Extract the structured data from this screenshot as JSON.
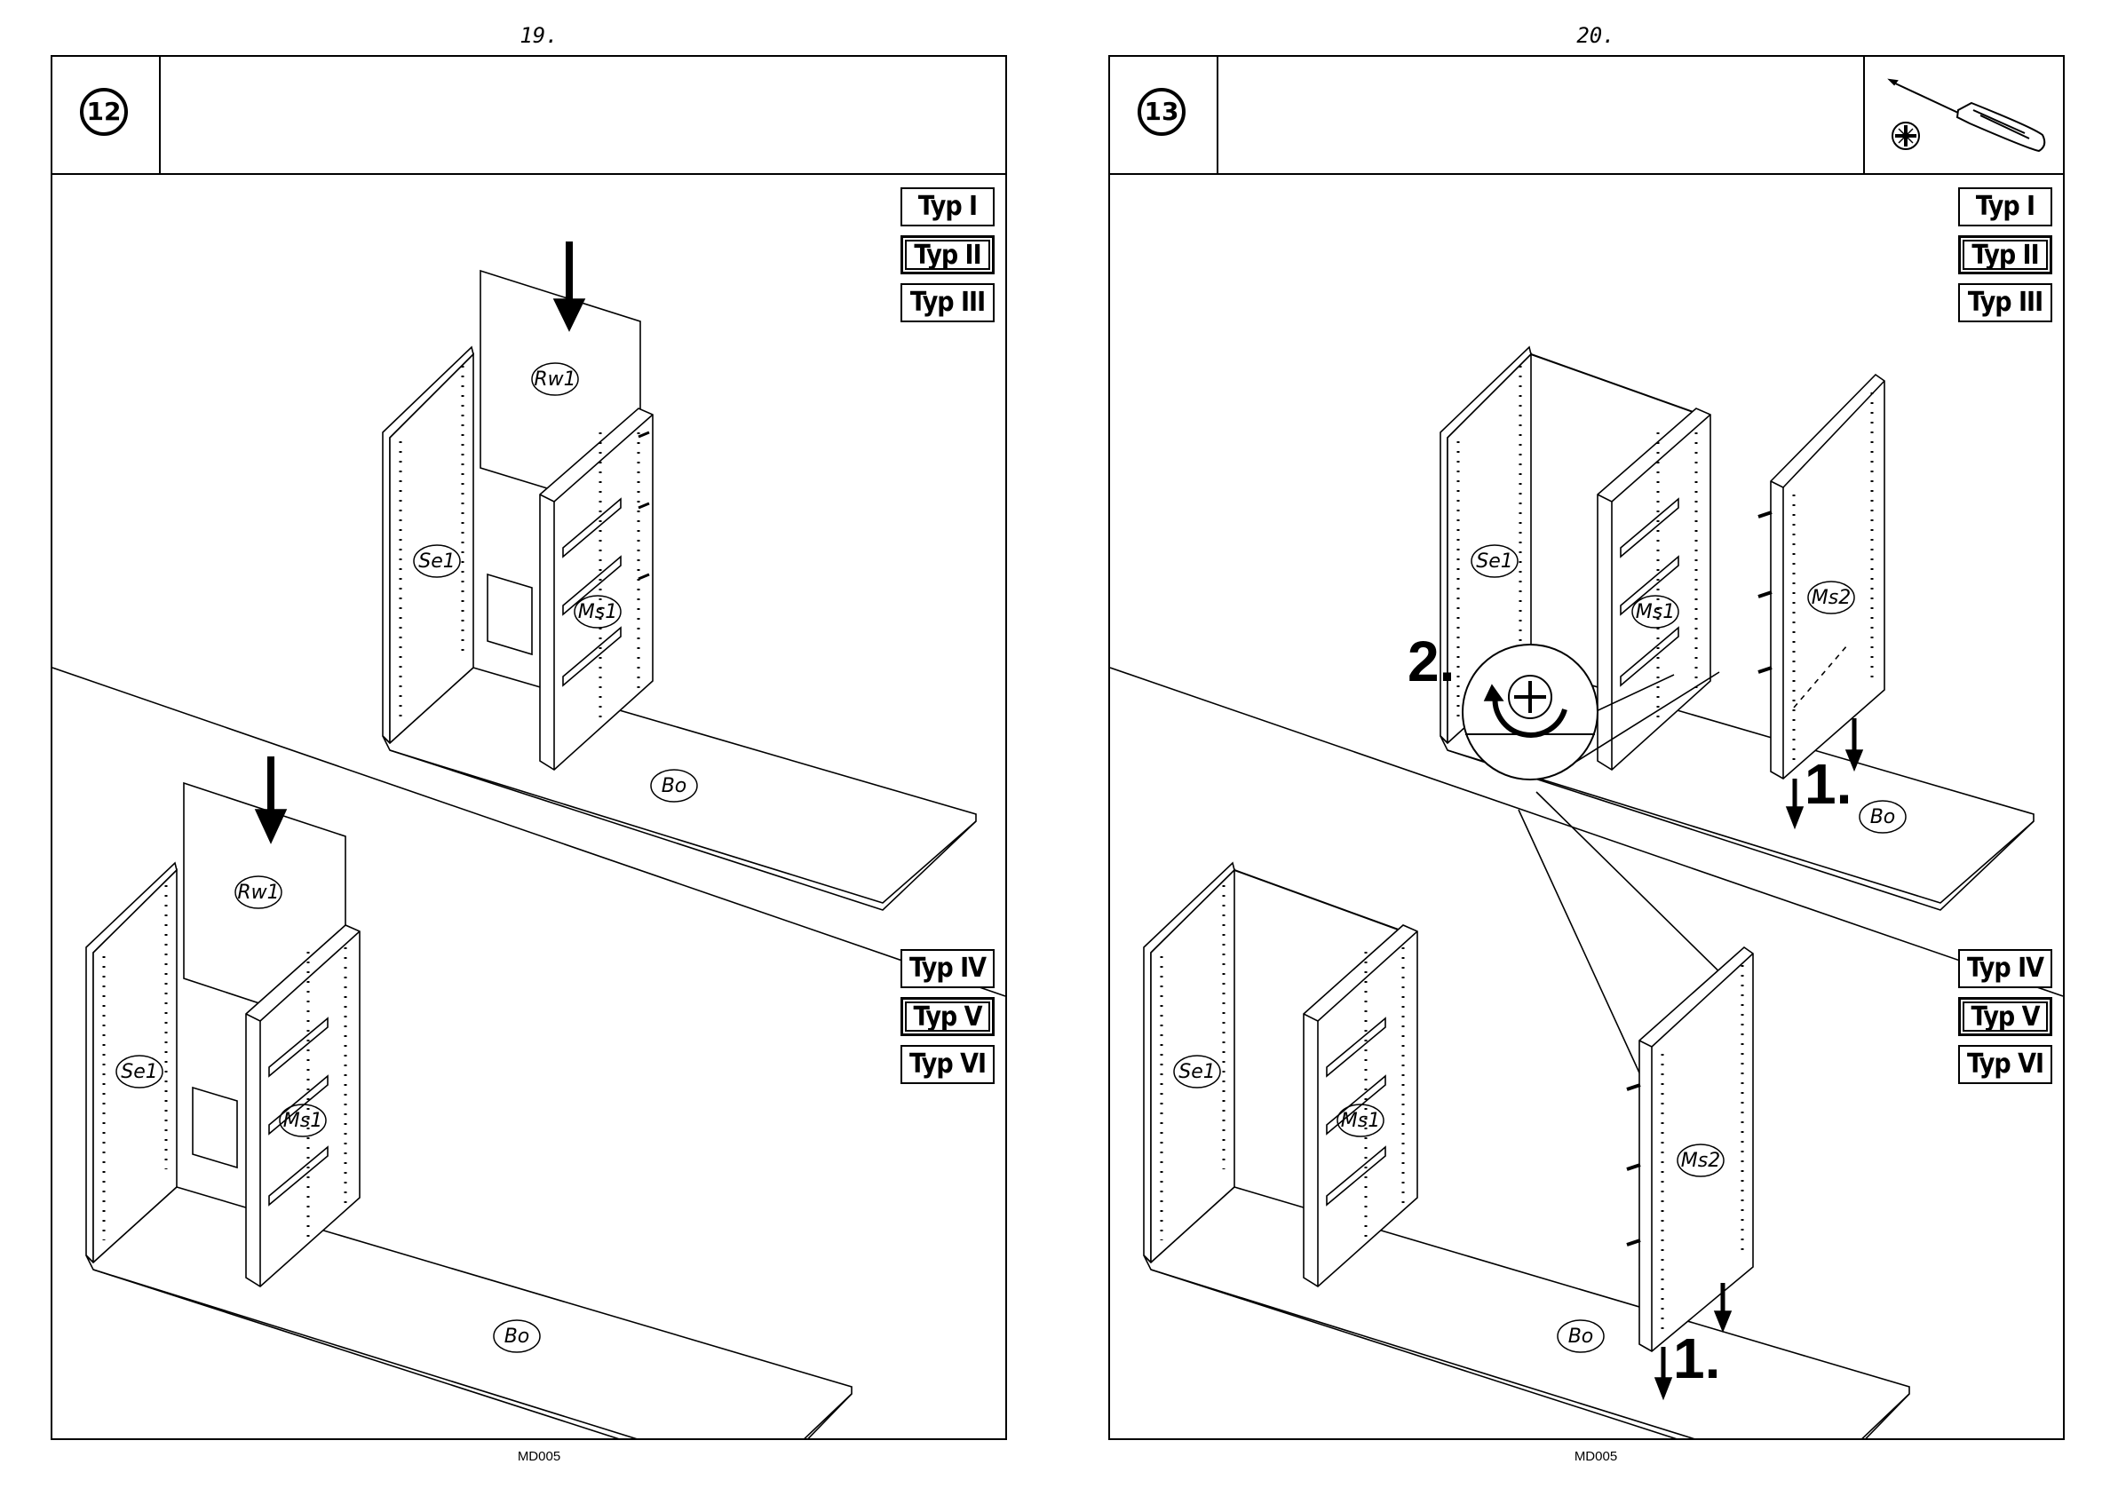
{
  "pages": [
    {
      "page_number": "19.",
      "step_number": "12",
      "footer_code": "MD005",
      "typ_groups": [
        {
          "labels": [
            "Typ I",
            "Typ II",
            "Typ III"
          ],
          "active_index": 1
        },
        {
          "labels": [
            "Typ IV",
            "Typ V",
            "Typ VI"
          ],
          "active_index": 1
        }
      ],
      "part_labels": {
        "back_wall": "Rw1",
        "side": "Se1",
        "middle_side": "Ms1",
        "bottom": "Bo"
      }
    },
    {
      "page_number": "20.",
      "step_number": "13",
      "footer_code": "MD005",
      "typ_groups": [
        {
          "labels": [
            "Typ I",
            "Typ II",
            "Typ III"
          ],
          "active_index": 1
        },
        {
          "labels": [
            "Typ IV",
            "Typ V",
            "Typ VI"
          ],
          "active_index": 1
        }
      ],
      "part_labels": {
        "side": "Se1",
        "middle_side": "Ms1",
        "middle_side_2": "Ms2",
        "bottom": "Bo"
      },
      "step_marks": {
        "insert": "1.",
        "screw": "2."
      },
      "tool_icons": [
        "phillips-screwdriver-icon",
        "pozidriv-bit-icon"
      ]
    }
  ],
  "colors": {
    "ink": "#000000",
    "paper": "#ffffff"
  }
}
